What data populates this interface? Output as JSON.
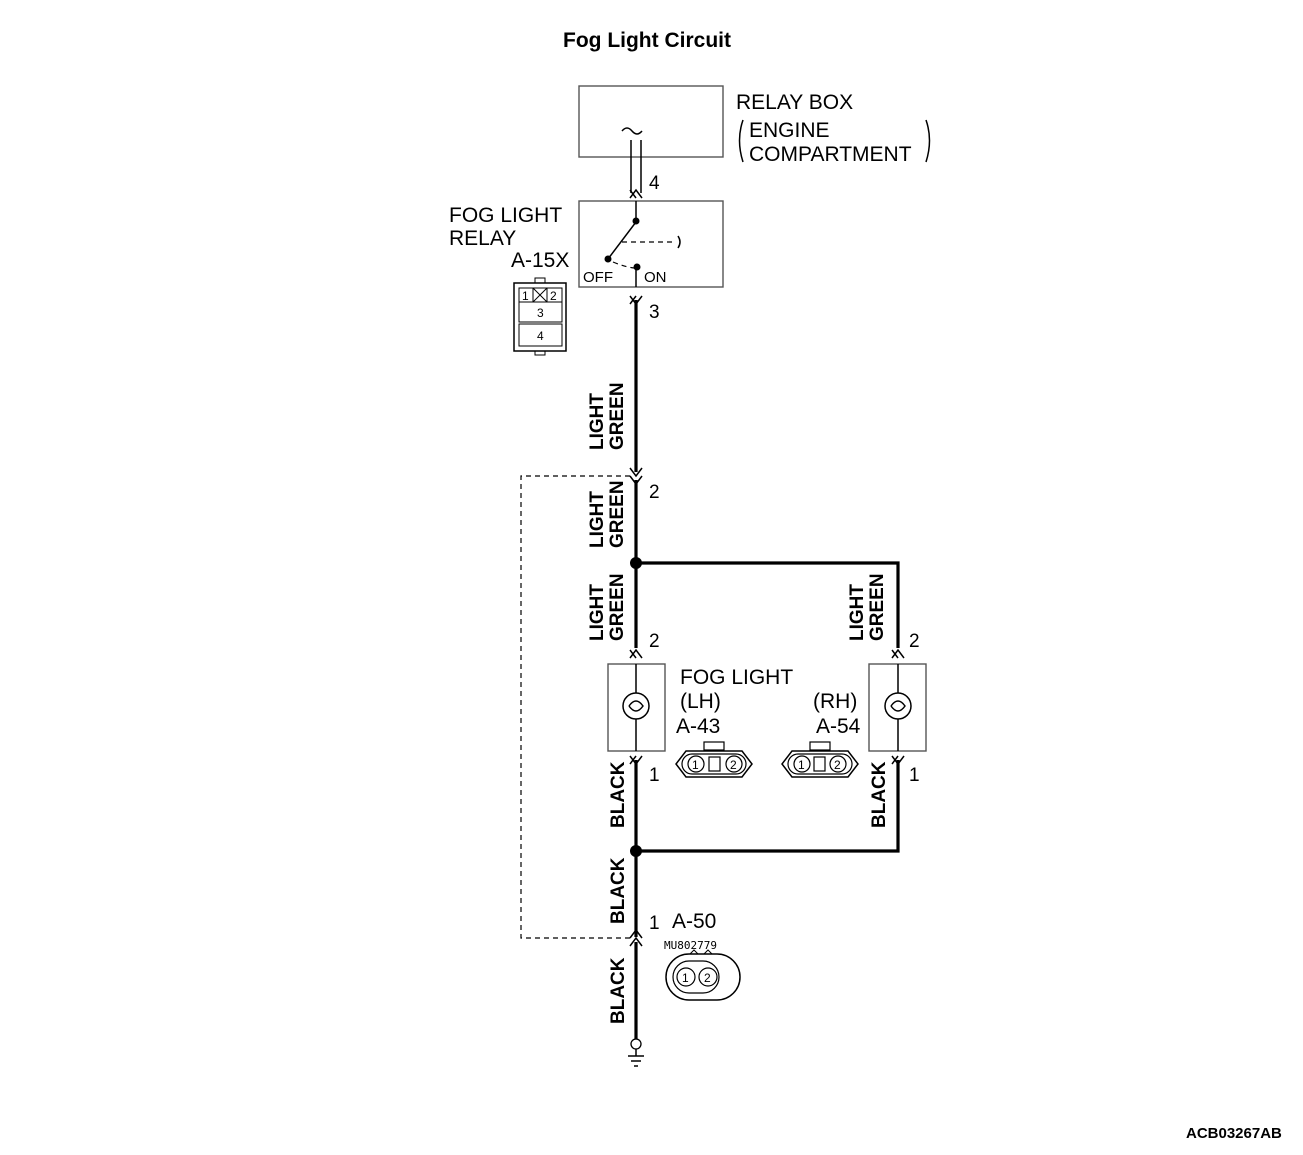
{
  "title": "Fog Light Circuit",
  "relay_box": {
    "line1": "RELAY BOX",
    "line2": "ENGINE",
    "line3": "COMPARTMENT",
    "pin": "4"
  },
  "fog_relay": {
    "line1": "FOG LIGHT",
    "line2": "RELAY",
    "connector": "A-15X",
    "off": "OFF",
    "on": "ON",
    "pin_out": "3",
    "conn_pins": [
      "1",
      "2",
      "3",
      "4"
    ]
  },
  "wires": {
    "w1": [
      "LIGHT",
      "GREEN"
    ],
    "w2": [
      "LIGHT",
      "GREEN"
    ],
    "w3": [
      "LIGHT",
      "GREEN"
    ],
    "w4": [
      "LIGHT",
      "GREEN"
    ],
    "w5": "BLACK",
    "w6": "BLACK",
    "w7": "BLACK",
    "w8": "BLACK"
  },
  "junction_pin": "2",
  "fog_light": {
    "title": "FOG LIGHT",
    "lh": {
      "side": "(LH)",
      "connector": "A-43",
      "pin_top": "2",
      "pin_bottom": "1",
      "conn_pins": [
        "1",
        "2"
      ]
    },
    "rh": {
      "side": "(RH)",
      "connector": "A-54",
      "pin_top": "2",
      "pin_bottom": "1",
      "conn_pins": [
        "1",
        "2"
      ]
    }
  },
  "ground_connector": {
    "connector": "A-50",
    "part": "MU802779",
    "pin": "1",
    "conn_pins": [
      "1",
      "2"
    ]
  },
  "figure_code": "ACB03267AB"
}
